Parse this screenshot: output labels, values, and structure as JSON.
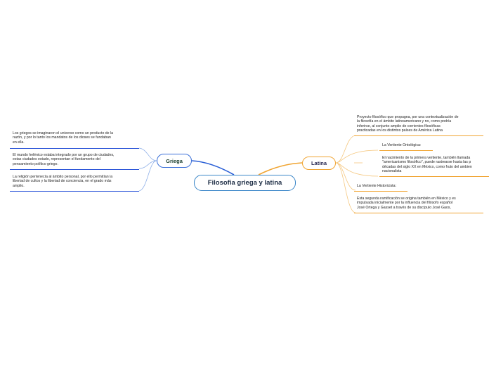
{
  "central": {
    "title": "Filosofia griega y latina"
  },
  "griega": {
    "label": "Griega",
    "leaves": [
      "Los griegos se imaginaron el universo como un producto de la\nrazón, y por lo tanto los mandatos de los dioses se fundaban\nen ella.",
      "El mundo helénico estaba integrado por un grupo de ciudades,\nestas ciudades estado, representan el fundamento del\npensamiento político griego.",
      "La religión pertenecía al ámbito personal, por ello permitían la\nlibertad de cultos y la libertad de conciencia, en el grado más\namplio."
    ]
  },
  "latina": {
    "label": "Latina",
    "leaves": [
      "Proyecto filosófico que propugna, por una contextualización de\nla filosofía en el ámbito latinoamericano y no, como podría\ninferirse, al conjunto amplio de corrientes filosóficas\npracticadas en los distintos países de América Latina",
      "La Vertiente Ontológica:",
      "El nacimiento de la primera vertiente, también llamada\n\"americanismo filosófico\", puede rastrearse hasta las p\ndécadas del siglo XX en México, como fruto del ambien\nnacionalista",
      "La Vertiente Historicista:",
      "Esta segunda ramificación se origina también en México y es\nimpulsada inicialmente por la influencia del filósofo español\nJosé Ortega y Gasset a través de su discípulo José Gaos,"
    ]
  },
  "colors": {
    "griega": "#2b54d8",
    "latina": "#f0a431",
    "central_border": "#3a86c8"
  }
}
